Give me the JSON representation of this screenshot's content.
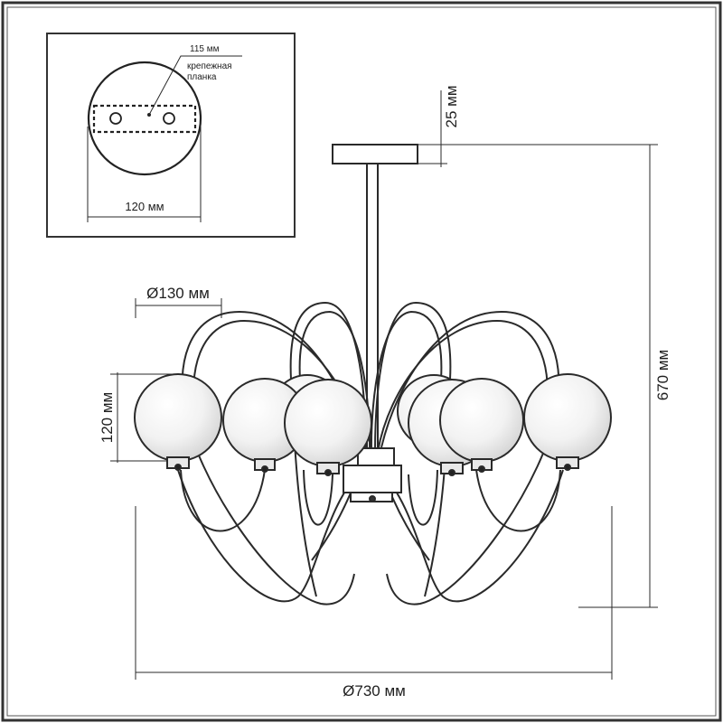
{
  "inset": {
    "mount_plate_label": "115 мм",
    "bracket_label_line1": "крепежная",
    "bracket_label_line2": "планка",
    "canopy_width_label": "120 мм"
  },
  "dimensions": {
    "canopy_height": "25 мм",
    "total_height": "670 мм",
    "globe_diameter": "Ø130 мм",
    "globe_height": "120 мм",
    "total_diameter": "Ø730 мм"
  },
  "colors": {
    "line": "#2a2a2a",
    "frame": "#333333",
    "globe_highlight": "#ffffff",
    "globe_shade": "#d6d6d6"
  }
}
